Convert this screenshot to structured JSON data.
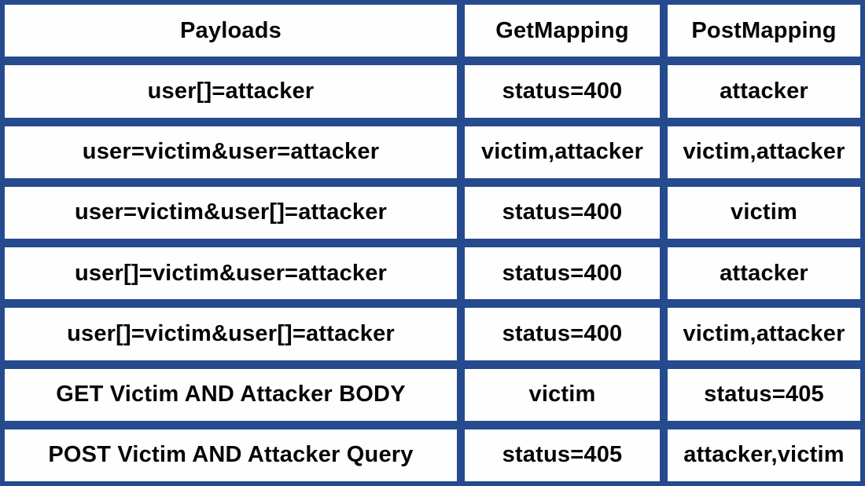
{
  "chart_data": {
    "type": "table",
    "columns": [
      "Payloads",
      "GetMapping",
      "PostMapping"
    ],
    "rows": [
      [
        "user[]=attacker",
        "status=400",
        "attacker"
      ],
      [
        "user=victim&user=attacker",
        "victim,attacker",
        "victim,attacker"
      ],
      [
        "user=victim&user[]=attacker",
        "status=400",
        "victim"
      ],
      [
        "user[]=victim&user=attacker",
        "status=400",
        "attacker"
      ],
      [
        "user[]=victim&user[]=attacker",
        "status=400",
        "victim,attacker"
      ],
      [
        "GET Victim AND Attacker BODY",
        "victim",
        "status=405"
      ],
      [
        "POST Victim AND Attacker Query",
        "status=405",
        "attacker,victim"
      ]
    ],
    "layout_hints": {
      "header_row": true,
      "cell_background": "#fefefe",
      "grid_background": "#254a8d",
      "text_color": "#050505"
    }
  }
}
